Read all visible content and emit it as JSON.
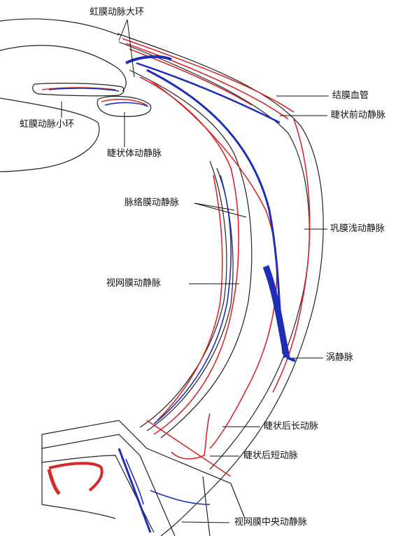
{
  "diagram": {
    "labels": {
      "major_arterial_circle": "虹膜动脉大环",
      "minor_arterial_circle": "虹膜动脉小环",
      "ciliary_body_vessels": "睫状体动静脉",
      "conjunctival_vessels": "结膜血管",
      "anterior_ciliary_vessels": "睫状前动静脉",
      "choroidal_vessels": "脉络膜动静脉",
      "episcleral_vessels": "巩膜浅动静脉",
      "retinal_vessels": "视网膜动静脉",
      "vortex_vein": "涡静脉",
      "long_posterior_ciliary_artery": "睫状后长动脉",
      "short_posterior_ciliary_artery": "睫状后短动脉",
      "central_retinal_vessels": "视网膜中央动静脉"
    },
    "colors": {
      "artery": "#d42a2a",
      "vein": "#1e2fb5",
      "outline": "#222222",
      "leader": "#111111"
    }
  }
}
